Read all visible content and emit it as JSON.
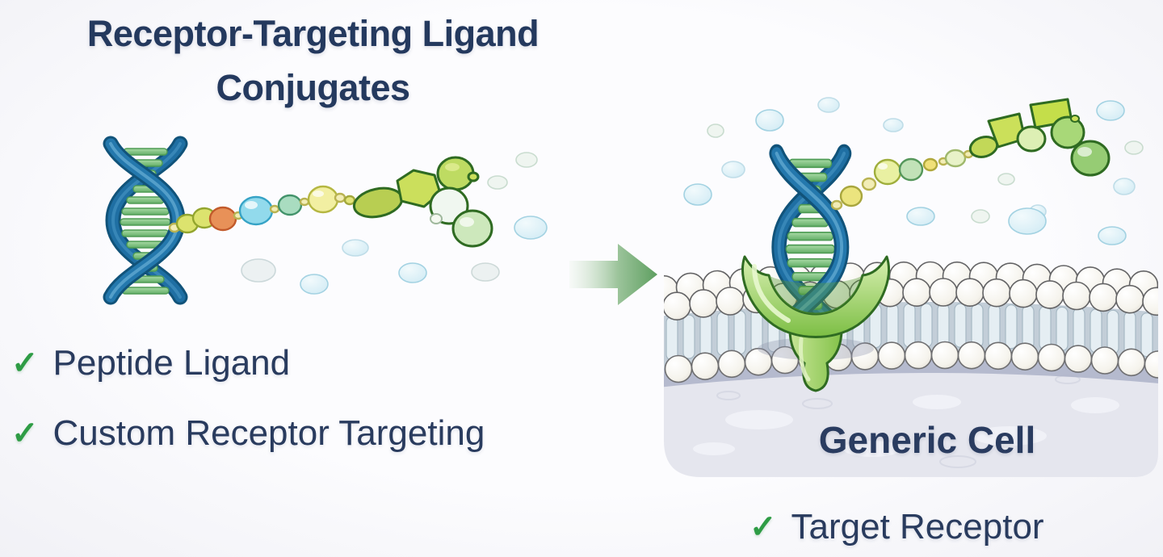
{
  "title": {
    "line1": "Receptor-Targeting Ligand",
    "line2": "Conjugates"
  },
  "features_left": [
    {
      "label": "Peptide Ligand"
    },
    {
      "label": "Custom Receptor Targeting"
    }
  ],
  "cell": {
    "label": "Generic Cell"
  },
  "features_right": [
    {
      "label": "Target Receptor"
    }
  ],
  "glyphs": {
    "check": "✓"
  },
  "colors": {
    "heading_navy": "#24395E",
    "check_green": "#2E9C45",
    "dna_blue": "#2478AD",
    "dna_rung_green": "#7AC47F",
    "receptor_green": "#8CC63F",
    "arrow_green": "#6CA96D",
    "bubble_blue": "#D9EFF6",
    "membrane_head": "#F5F3EC",
    "cell_interior": "#E5E6EE"
  }
}
